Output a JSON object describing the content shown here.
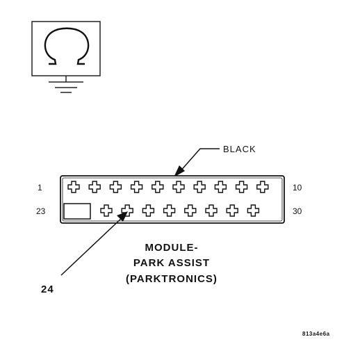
{
  "meter_symbol": {
    "icon": "ohm-omega-icon",
    "glyph": "Ω"
  },
  "connector": {
    "color_label": "BLACK",
    "pin_start_top": "1",
    "pin_end_top": "10",
    "pin_start_bottom": "23",
    "pin_end_bottom": "30",
    "probe_pin": "24",
    "top_row_cavities": 10,
    "bottom_row_cavities": 8
  },
  "module_label": {
    "line1": "MODULE-",
    "line2": "PARK ASSIST",
    "line3": "(PARKTRONICS)"
  },
  "figure_id": "813a4e6a"
}
